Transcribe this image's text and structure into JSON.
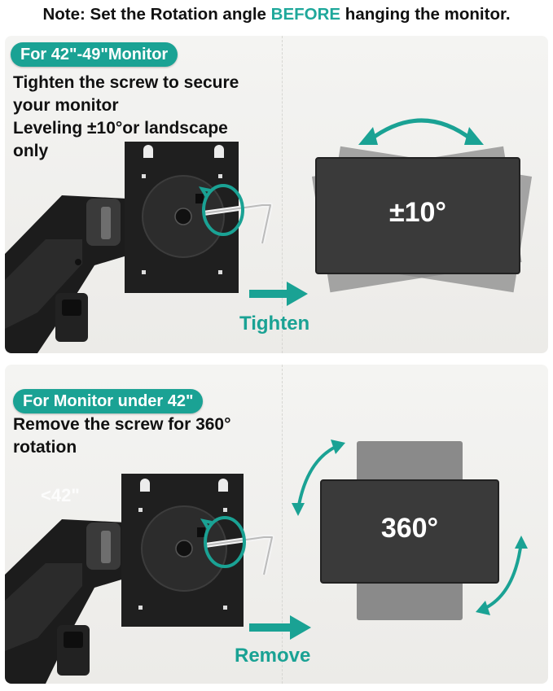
{
  "note": {
    "prefix": "Note: Set the Rotation angle ",
    "highlight": "BEFORE",
    "suffix": " hanging the monitor."
  },
  "section_large": {
    "badge": "For 42\"-49\"Monitor",
    "line1": "Tighten the screw to secure",
    "line2": "your monitor",
    "line3": "Leveling ±10°or landscape",
    "line4": "only",
    "rotation_label": "±10°",
    "action_label": "Tighten"
  },
  "section_small": {
    "badge": "For Monitor under 42\"",
    "line1": "Remove the screw for 360°",
    "line2": "rotation",
    "watermark": "<42\"",
    "rotation_label": "360°",
    "action_label": "Remove"
  },
  "colors": {
    "accent": "#1aa294",
    "highlight": "#1fa89b",
    "monitor": "#3a3a3a",
    "ghost_monitor": "#8a8a8a"
  }
}
